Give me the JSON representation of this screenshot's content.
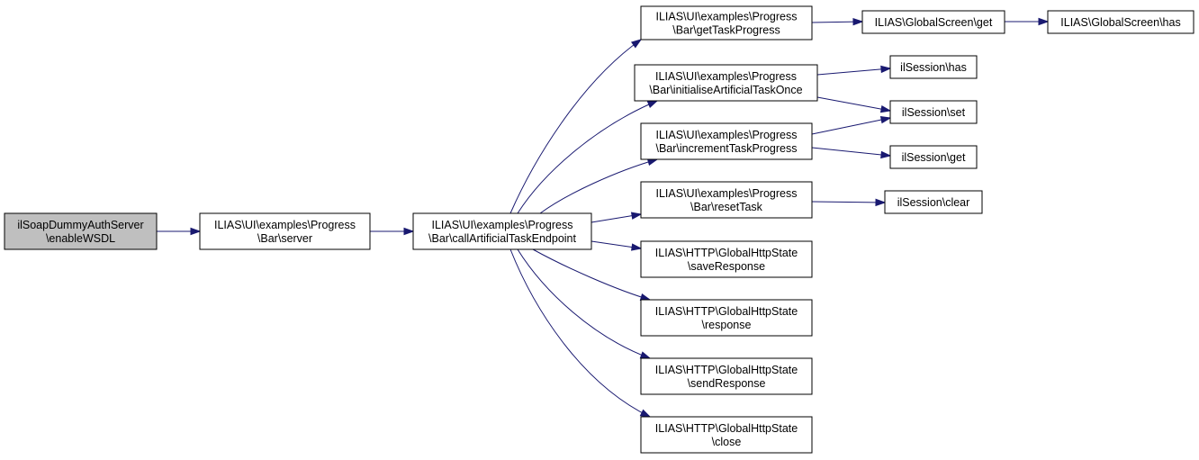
{
  "nodes": [
    {
      "id": "n0",
      "lines": [
        "ilSoapDummyAuthServer",
        "\\enableWSDL"
      ],
      "root": true
    },
    {
      "id": "n1",
      "lines": [
        "ILIAS\\UI\\examples\\Progress",
        "\\Bar\\server"
      ]
    },
    {
      "id": "n2",
      "lines": [
        "ILIAS\\UI\\examples\\Progress",
        "\\Bar\\callArtificialTaskEndpoint"
      ]
    },
    {
      "id": "n3",
      "lines": [
        "ILIAS\\UI\\examples\\Progress",
        "\\Bar\\getTaskProgress"
      ]
    },
    {
      "id": "n4",
      "lines": [
        "ILIAS\\UI\\examples\\Progress",
        "\\Bar\\initialiseArtificialTaskOnce"
      ]
    },
    {
      "id": "n5",
      "lines": [
        "ILIAS\\UI\\examples\\Progress",
        "\\Bar\\incrementTaskProgress"
      ]
    },
    {
      "id": "n6",
      "lines": [
        "ILIAS\\UI\\examples\\Progress",
        "\\Bar\\resetTask"
      ]
    },
    {
      "id": "n7",
      "lines": [
        "ILIAS\\HTTP\\GlobalHttpState",
        "\\saveResponse"
      ]
    },
    {
      "id": "n8",
      "lines": [
        "ILIAS\\HTTP\\GlobalHttpState",
        "\\response"
      ]
    },
    {
      "id": "n9",
      "lines": [
        "ILIAS\\HTTP\\GlobalHttpState",
        "\\sendResponse"
      ]
    },
    {
      "id": "n10",
      "lines": [
        "ILIAS\\HTTP\\GlobalHttpState",
        "\\close"
      ]
    },
    {
      "id": "n11",
      "lines": [
        "ILIAS\\GlobalScreen\\get"
      ]
    },
    {
      "id": "n12",
      "lines": [
        "ILIAS\\GlobalScreen\\has"
      ]
    },
    {
      "id": "n13",
      "lines": [
        "ilSession\\has"
      ]
    },
    {
      "id": "n14",
      "lines": [
        "ilSession\\set"
      ]
    },
    {
      "id": "n15",
      "lines": [
        "ilSession\\get"
      ]
    },
    {
      "id": "n16",
      "lines": [
        "ilSession\\clear"
      ]
    }
  ],
  "edges": [
    {
      "from": "n0",
      "to": "n1"
    },
    {
      "from": "n1",
      "to": "n2"
    },
    {
      "from": "n2",
      "to": "n3"
    },
    {
      "from": "n2",
      "to": "n4"
    },
    {
      "from": "n2",
      "to": "n5"
    },
    {
      "from": "n2",
      "to": "n6"
    },
    {
      "from": "n2",
      "to": "n7"
    },
    {
      "from": "n2",
      "to": "n8"
    },
    {
      "from": "n2",
      "to": "n9"
    },
    {
      "from": "n2",
      "to": "n10"
    },
    {
      "from": "n3",
      "to": "n11"
    },
    {
      "from": "n11",
      "to": "n12"
    },
    {
      "from": "n4",
      "to": "n13"
    },
    {
      "from": "n4",
      "to": "n14"
    },
    {
      "from": "n5",
      "to": "n14"
    },
    {
      "from": "n5",
      "to": "n15"
    },
    {
      "from": "n6",
      "to": "n16"
    }
  ],
  "colors": {
    "edge": "#191970",
    "root_fill": "#bfbfbf",
    "node_fill": "#ffffff",
    "border": "#000000"
  }
}
